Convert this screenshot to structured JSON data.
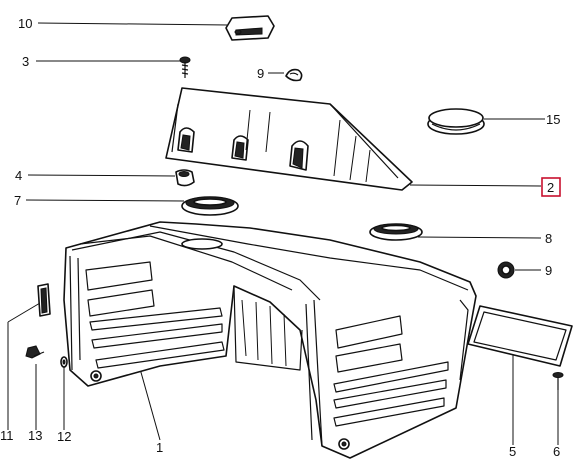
{
  "callouts": {
    "c10": "10",
    "c3": "3",
    "c9a": "9",
    "c15": "15",
    "c4": "4",
    "c2": "2",
    "c7": "7",
    "c8": "8",
    "c9b": "9",
    "c11": "11",
    "c13": "13",
    "c12": "12",
    "c1": "1",
    "c5": "5",
    "c6": "6"
  },
  "highlight": {
    "label": "2",
    "color": "#c8102e"
  },
  "parts": {
    "p1": "rear-fender-housing-icon",
    "p2": "transparent-windscreen-panel-icon",
    "p3": "screw-icon",
    "p4": "rubber-bushing-icon",
    "p5": "side-cover-plate-icon",
    "p6": "small-screw-icon",
    "p7": "rubber-grommet-ring-icon",
    "p8": "rubber-grommet-ring-icon",
    "p9": "rubber-plug-icon",
    "p10": "rubber-bumper-pad-icon",
    "p11": "clip-icon",
    "p12": "washer-icon",
    "p13": "bolt-icon",
    "p15": "cap-plug-icon"
  }
}
